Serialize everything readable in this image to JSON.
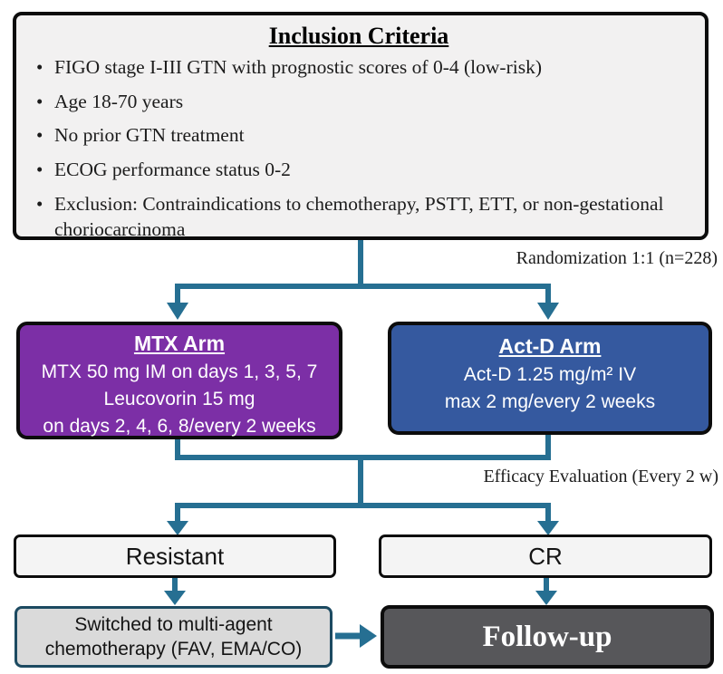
{
  "inclusion": {
    "title": "Inclusion Criteria",
    "items": [
      "FIGO stage I-III GTN with prognostic scores of 0-4 (low-risk)",
      "Age 18-70 years",
      "No prior GTN treatment",
      "ECOG performance status 0-2",
      "Exclusion: Contraindications to chemotherapy, PSTT, ETT, or non-gestational choriocarcinoma"
    ]
  },
  "labels": {
    "randomization": "Randomization 1:1 (n=228)",
    "efficacy": "Efficacy Evaluation (Every 2 w)"
  },
  "arms": {
    "mtx": {
      "title": "MTX Arm",
      "lines": [
        "MTX 50 mg IM on days 1, 3, 5, 7",
        "Leucovorin 15 mg",
        "on days 2, 4, 6, 8/every 2 weeks"
      ]
    },
    "actd": {
      "title": "Act-D Arm",
      "lines": [
        "Act-D 1.25 mg/m² IV",
        "max 2 mg/every 2 weeks"
      ]
    }
  },
  "outcomes": {
    "resistant": "Resistant",
    "cr": "CR",
    "switched_line1": "Switched to multi-agent",
    "switched_line2": "chemotherapy (FAV, EMA/CO)",
    "followup": "Follow-up"
  },
  "colors": {
    "connector_teal": "#266f92",
    "mtx_purple": "#7c2fa6",
    "actd_blue": "#35599f",
    "followup_gray": "#57575a",
    "switched_border_teal": "#1c4a61",
    "box_fill_light": "#f2f1f1"
  }
}
